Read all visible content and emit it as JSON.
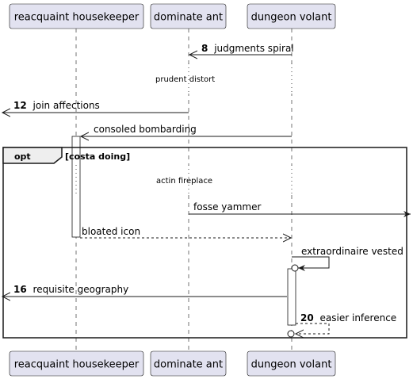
{
  "participants": [
    {
      "id": "p1",
      "label": "reacquaint housekeeper"
    },
    {
      "id": "p2",
      "label": "dominate ant"
    },
    {
      "id": "p3",
      "label": "dungeon volant"
    }
  ],
  "messages": {
    "m1": {
      "number": "8",
      "label": "judgments spiral"
    },
    "m2": {
      "number": "12",
      "label": "join affections"
    },
    "m3": {
      "label": "consoled bombarding"
    },
    "m4": {
      "label": "fosse yammer"
    },
    "m5": {
      "label": "bloated icon"
    },
    "m6": {
      "label": "extraordinaire vested"
    },
    "m7": {
      "number": "16",
      "label": "requisite geography"
    },
    "m8": {
      "number": "20",
      "label": "easier inference"
    }
  },
  "dividers": {
    "d1": "prudent distort",
    "d2": "actin fireplace"
  },
  "fragment": {
    "operator": "opt",
    "guard": "[costa doing]"
  },
  "colors": {
    "participant_fill": "#E2E2F0",
    "participant_border": "#181818",
    "line": "#181818",
    "activation_fill": "#FFFFFF"
  }
}
